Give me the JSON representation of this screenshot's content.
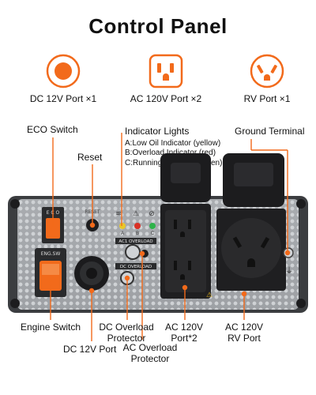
{
  "title": "Control Panel",
  "ports": [
    {
      "label": "DC 12V Port ×1",
      "icon": "dc-circle-icon"
    },
    {
      "label": "AC 120V Port ×2",
      "icon": "ac-outlet-icon"
    },
    {
      "label": "RV Port ×1",
      "icon": "rv-outlet-icon"
    }
  ],
  "callouts": {
    "eco_switch": "ECO Switch",
    "reset": "Reset",
    "indicator_title": "Indicator Lights",
    "indicator_a": "A:Low Oil Indicator (yellow)",
    "indicator_b": "B:Overload Indicator (red)",
    "indicator_c": "C:Running Indicator (green)",
    "ground": "Ground Terminal",
    "engine_switch": "Engine Switch",
    "dc_port": "DC 12V Port",
    "dc_overload_1": "DC Overload",
    "dc_overload_2": "Protector",
    "ac_overload_1": "AC Overload",
    "ac_overload_2": "Protector",
    "ac_port_1": "AC 120V",
    "ac_port_2": "Port*2",
    "rv_port_1": "AC 120V",
    "rv_port_2": "RV Port"
  },
  "panel": {
    "eco_label": "E C O",
    "reset_label": "RESET",
    "engine_label": "ENG.SW",
    "ac1_label": "AC1 OVERLOAD",
    "dc_label": "DC OVERLOAD",
    "led_a": "A",
    "led_b": "B",
    "led_c": "C"
  },
  "colors": {
    "accent": "#f26a1b",
    "panel_dark": "#3b3d40",
    "switch_orange": "#f26a1b"
  }
}
